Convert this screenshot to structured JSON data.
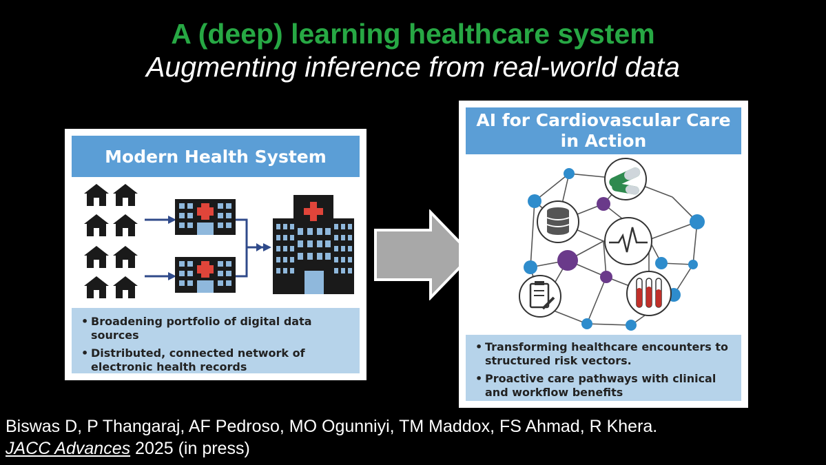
{
  "slide": {
    "title": "A (deep) learning healthcare system",
    "subtitle": "Augmenting inference from real-world data"
  },
  "left_panel": {
    "heading": "Modern Health System",
    "bullets": [
      "Broadening portfolio of digital data sources",
      "Distributed, connected network of electronic health records"
    ]
  },
  "right_panel": {
    "heading_line1": "AI for Cardiovascular Care",
    "heading_line2": "in Action",
    "bullets": [
      "Transforming healthcare encounters to structured risk vectors.",
      "Proactive care pathways with clinical and workflow benefits"
    ]
  },
  "citation": {
    "authors": "Biswas D, P Thangaraj, AF Pedroso, MO Ogunniyi, TM Maddox, FS Ahmad, R Khera.",
    "journal": "JACC Advances",
    "year_status": " 2025 (in press)"
  },
  "colors": {
    "title_green": "#27a844",
    "panel_header_blue": "#5b9ed6",
    "panel_footer_blue": "#b6d3ea",
    "node_blue": "#2e8ccc",
    "node_purple": "#6a3a8a",
    "arrow_gray": "#a8a8a8"
  }
}
